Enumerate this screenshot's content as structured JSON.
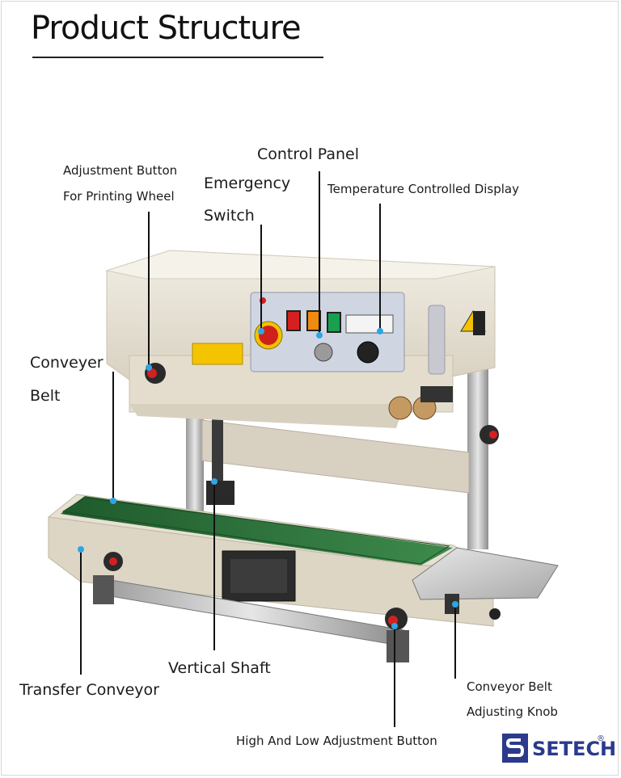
{
  "title": "Product Structure",
  "labels": {
    "adjustment_button_line1": "Adjustment Button",
    "adjustment_button_line2": "For Printing Wheel",
    "control_panel": "Control Panel",
    "emergency_line1": "Emergency",
    "emergency_line2": "Switch",
    "temperature_display": "Temperature Controlled Display",
    "conveyer_belt_line1": "Conveyer",
    "conveyer_belt_line2": "Belt",
    "vertical_shaft": "Vertical Shaft",
    "transfer_conveyor": "Transfer Conveyor",
    "conveyor_knob_line1": "Conveyor Belt",
    "conveyor_knob_line2": "Adjusting Knob",
    "high_low_button": "High And Low Adjustment Button"
  },
  "logo": {
    "text": "SETECH",
    "mark": "®"
  },
  "colors": {
    "accent_dot": "#2ea6e6",
    "logo": "#2b3a8c",
    "body": "#e9e3d6",
    "belt": "#2e6b3a"
  }
}
